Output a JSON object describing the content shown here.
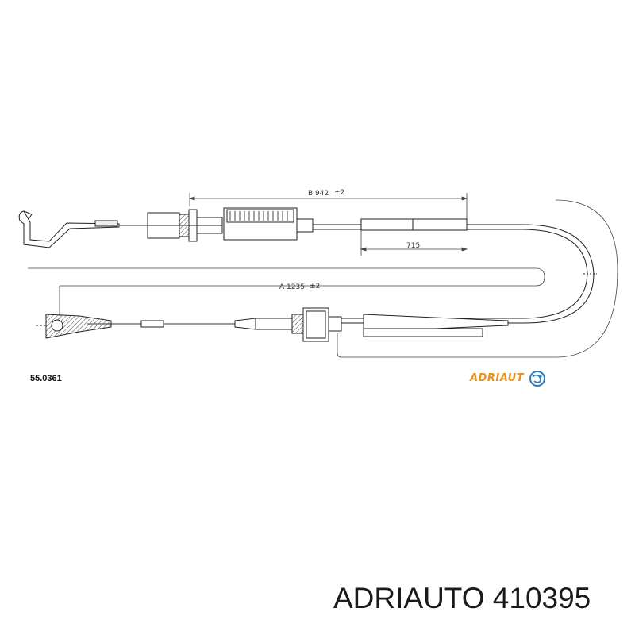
{
  "diagram": {
    "dimension_b": "B 942",
    "dimension_b_tol": "±2",
    "dimension_inner": "715",
    "dimension_a": "A 1235",
    "dimension_a_tol": "±2"
  },
  "part_number": "55.0361",
  "logo": {
    "text": "ADRIAUT",
    "color": "#e8921c",
    "mark_color": "#2a7bbf",
    "icon": "globe-icon"
  },
  "caption": "ADRIAUTO 410395"
}
